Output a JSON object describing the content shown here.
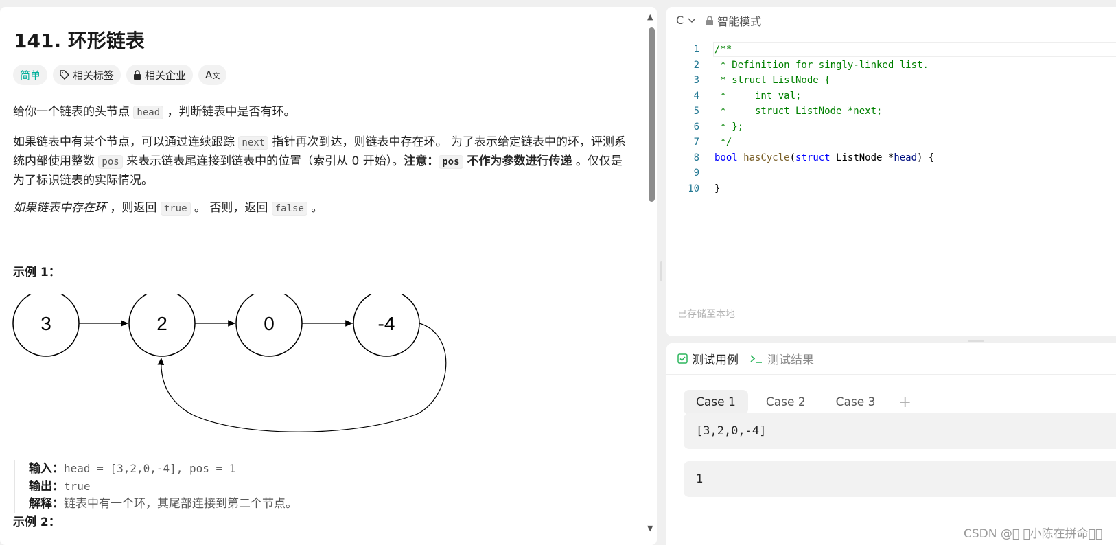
{
  "problem": {
    "title": "141. 环形链表",
    "tags": {
      "difficulty": "简单",
      "topics": "相关标签",
      "companies": "相关企业"
    },
    "desc1_pre": "给你一个链表的头节点 ",
    "desc1_code": "head",
    "desc1_post": " ，判断链表中是否有环。",
    "desc2_a": "如果链表中有某个节点，可以通过连续跟踪 ",
    "desc2_code1": "next",
    "desc2_b": " 指针再次到达，则链表中存在环。 为了表示给定链表中的环，评测系统内部使用整数 ",
    "desc2_code2": "pos",
    "desc2_c": " 来表示链表尾连接到链表中的位置（索引从 0 开始）。",
    "desc2_note": "注意：",
    "desc2_code3": "pos",
    "desc2_bold": " 不作为参数进行传递",
    "desc2_d": " 。仅仅是为了标识链表的实际情况。",
    "desc3_italic": "如果链表中存在环",
    "desc3_a": " ，则返回 ",
    "desc3_code1": "true",
    "desc3_b": " 。 否则，返回 ",
    "desc3_code2": "false",
    "desc3_c": " 。",
    "example1_title": "示例 1：",
    "example2_title": "示例 2：",
    "diagram_nodes": [
      "3",
      "2",
      "0",
      "-4"
    ],
    "io": {
      "input_label": "输入：",
      "input_value": "head = [3,2,0,-4], pos = 1",
      "output_label": "输出：",
      "output_value": "true",
      "explain_label": "解释：",
      "explain_value": "链表中有一个环，其尾部连接到第二个节点。"
    }
  },
  "editor": {
    "language": "C",
    "mode": "智能模式",
    "line_numbers": [
      "1",
      "2",
      "3",
      "4",
      "5",
      "6",
      "7",
      "8",
      "9",
      "10"
    ],
    "saved_note": "已存储至本地"
  },
  "tests": {
    "tab_cases": "测试用例",
    "tab_results": "测试结果",
    "cases": [
      "Case 1",
      "Case 2",
      "Case 3"
    ],
    "add": "+",
    "input_head": "[3,2,0,-4]",
    "input_pos": "1"
  },
  "watermark": "CSDN @\u0000 \u0000小陈在拼命\u0000\u0000",
  "colors": {
    "accent_easy": "#00af9b",
    "comment": "#008000",
    "keyword": "#0000ff",
    "line_number": "#237893"
  }
}
